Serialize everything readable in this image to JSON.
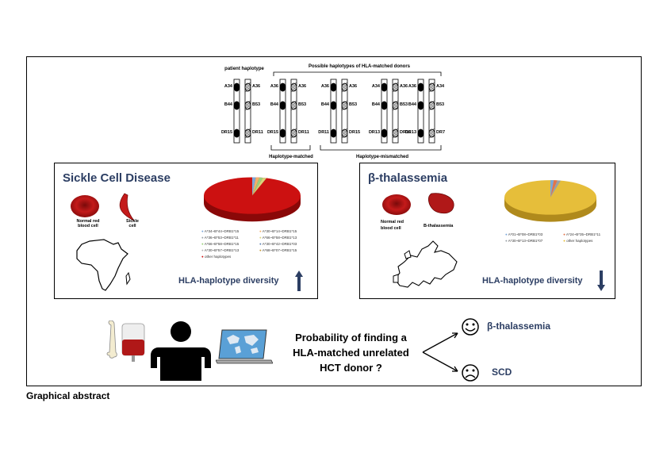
{
  "caption": "Graphical abstract",
  "haplotypes": {
    "patient_label": "patient haplotype",
    "donors_label": "Possible haplotypes of HLA-matched donors",
    "matched_label": "Haplotype-matched",
    "mismatched_label": "Haplotype-mismatched",
    "columns": [
      {
        "left": [
          "A34",
          "B44",
          "DR15"
        ],
        "right": [
          "A36",
          "B53",
          "DR11"
        ]
      },
      {
        "left": [
          "A36",
          "B44",
          "DR15"
        ],
        "right": [
          "A36",
          "B53",
          "DR11"
        ]
      },
      {
        "left": [
          "A36",
          "B44",
          "DR11"
        ],
        "right": [
          "A36",
          "B53",
          "DR15"
        ]
      },
      {
        "left": [
          "A34",
          "B44",
          "DR13"
        ],
        "right": [
          "A36",
          "B53",
          "DR15"
        ]
      },
      {
        "left": [
          "A36",
          "B44",
          "DR13"
        ],
        "right": [
          "A34",
          "B53",
          "DR7"
        ]
      }
    ]
  },
  "scd": {
    "title": "Sickle Cell Disease",
    "normal_label": "Normal red blood cell",
    "sickle_label": "Sickle cell",
    "legend": [
      "A*34~B*44~DRB1*15",
      "A*30~B*14~DRB1*15",
      "A*36~B*53~DRB1*11",
      "A*66~B*58~DRB1*13",
      "A*66~B*58~DRB1*15",
      "A*30~B*42~DRB1*03",
      "A*30~B*57~DRB1*13",
      "A*68~B*07~DRB1*15",
      "other haplotypes"
    ],
    "diversity_label": "HLA-haplotype diversity"
  },
  "thal": {
    "title": "β-thalassemia",
    "normal_label": "Normal red blood cell",
    "thal_label": "B-thalassemia",
    "legend": [
      "A*01~B*08~DRB1*03",
      "A*24~B*35~DRB1*11",
      "A*30~B*13~DRB1*07",
      "other haplotypes"
    ],
    "diversity_label": "HLA-haplotype diversity"
  },
  "probability": {
    "line1": "Probability of finding a",
    "line2": "HLA-matched unrelated",
    "line3": "HCT donor ?"
  },
  "outcomes": {
    "happy": "β-thalassemia",
    "sad": "SCD"
  },
  "colors": {
    "scd_pie": "#cc1111",
    "thal_pie": "#e6be3a",
    "title": "#2c3e63",
    "blood": "#b01818"
  }
}
